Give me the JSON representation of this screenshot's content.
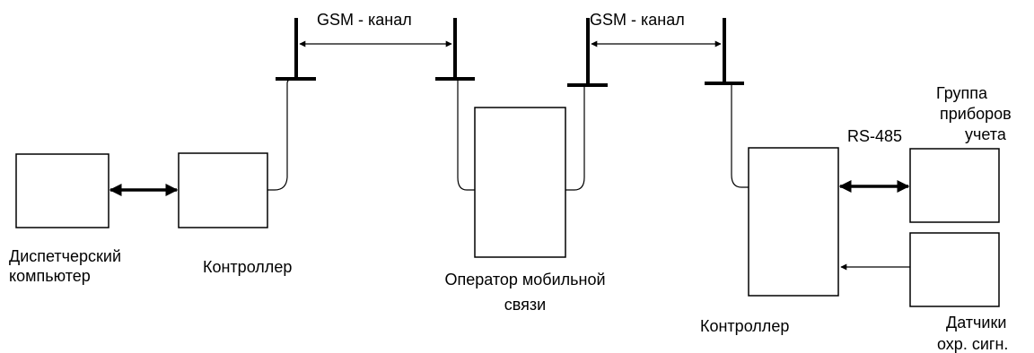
{
  "labels": {
    "gsm_1": "GSM - канал",
    "gsm_2": "GSM - канал",
    "dispatcher_1": "Диспетчерский",
    "dispatcher_2": "компьютер",
    "controller_left": "Контроллер",
    "operator_1": "Оператор мобильной",
    "operator_2": "связи",
    "controller_right": "Контроллер",
    "rs485": "RS-485",
    "meters_1": "Группа",
    "meters_2": "приборов",
    "meters_3": "учета",
    "sensors_1": "Датчики",
    "sensors_2": "охр. сигн."
  }
}
